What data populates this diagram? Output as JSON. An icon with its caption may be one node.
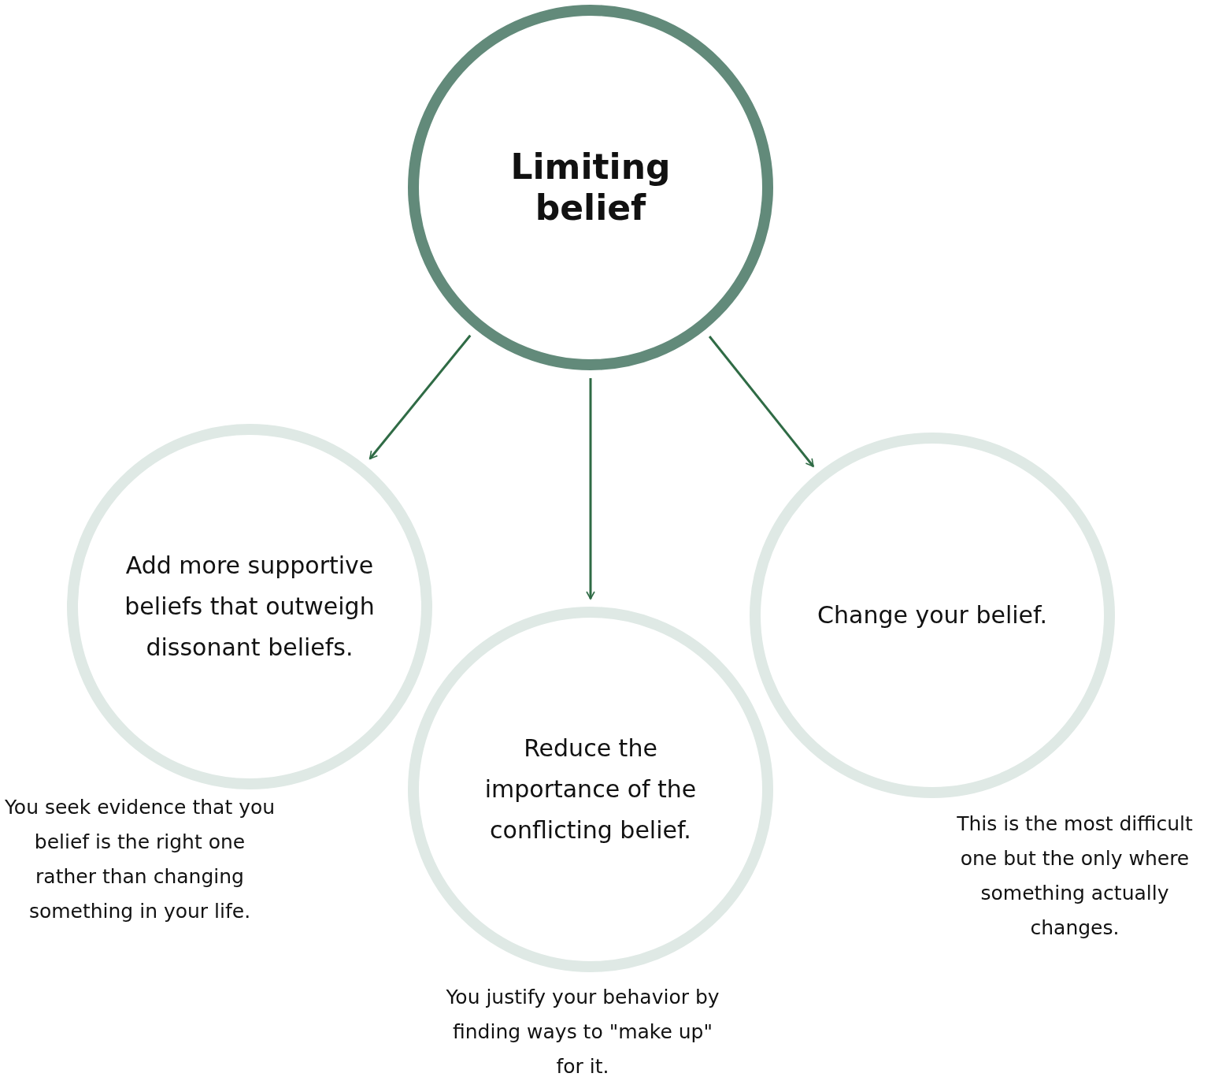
{
  "diagram": {
    "nodes": [
      {
        "text": [
          "Limiting belief"
        ]
      },
      {
        "text": [
          "Add more supportive beliefs that outweigh dissonant beliefs."
        ],
        "beside": [
          "You seek evidence that you belief is the right one rather than changing something in your life."
        ]
      },
      {
        "text": [
          "Reduce the importance of the conflicting belief."
        ],
        "beside": [
          "You justify your behavior by finding ways to \"make up\" for it."
        ]
      },
      {
        "text": [
          "Change your belief."
        ],
        "beside": [
          "This is the most difficult one but the only where something actually changes."
        ]
      }
    ],
    "edges": [
      {
        "from": 0,
        "to": 1,
        "arrow": "to"
      },
      {
        "from": 0,
        "to": 2,
        "arrow": "to"
      },
      {
        "from": 0,
        "to": 3,
        "arrow": "to"
      }
    ]
  }
}
